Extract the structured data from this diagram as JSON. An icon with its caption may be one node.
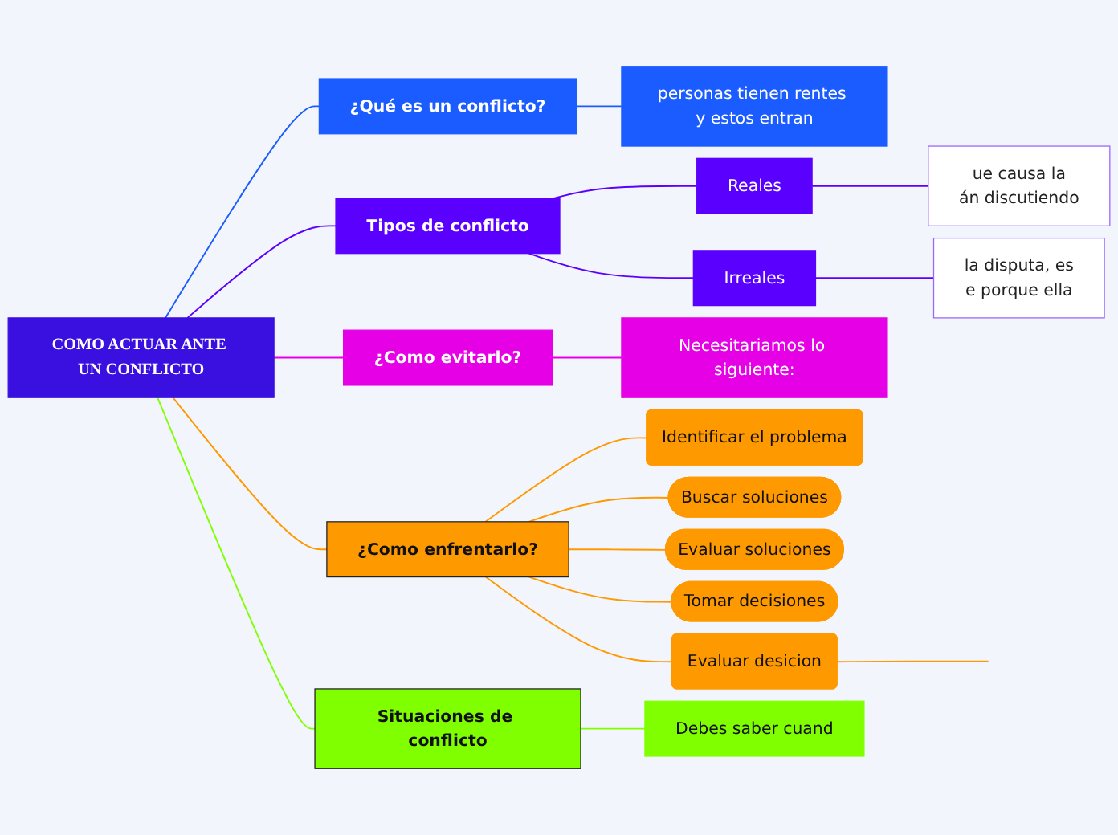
{
  "diagram": {
    "nodes": [
      {
        "text": [
          "COMO ACTUAR ANTE UN CONFLICTO"
        ]
      },
      {
        "text": [
          "¿Qué es un conflicto?"
        ]
      },
      {
        "text": [
          "personas tienen rentes y estos entran"
        ]
      },
      {
        "text": [
          "Tipos de conflicto"
        ]
      },
      {
        "text": [
          "Reales"
        ]
      },
      {
        "text": [
          "ue causa la",
          "án discutiendo"
        ]
      },
      {
        "text": [
          "Irreales"
        ]
      },
      {
        "text": [
          "la disputa, es",
          "e porque ella"
        ]
      },
      {
        "text": [
          "¿Como evitarlo?"
        ]
      },
      {
        "text": [
          "Necesitariamos lo siguiente:"
        ]
      },
      {
        "text": [
          "¿Como enfrentarlo?"
        ]
      },
      {
        "text": [
          "Identificar el problema"
        ]
      },
      {
        "text": [
          "Buscar soluciones"
        ]
      },
      {
        "text": [
          "Evaluar soluciones"
        ]
      },
      {
        "text": [
          "Tomar decisiones"
        ]
      },
      {
        "text": [
          "Evaluar desicion"
        ]
      },
      {
        "text": [
          "Situaciones de conflicto"
        ]
      },
      {
        "text": [
          "Debes saber cuand"
        ]
      }
    ],
    "edges": [
      {
        "from": 0,
        "to": 1,
        "arrow": "none",
        "color": "#1a5cff"
      },
      {
        "from": 1,
        "to": 2,
        "arrow": "none",
        "color": "#1a5cff"
      },
      {
        "from": 0,
        "to": 3,
        "arrow": "none",
        "color": "#5a00ff"
      },
      {
        "from": 3,
        "to": 4,
        "arrow": "none",
        "color": "#5a00ff"
      },
      {
        "from": 4,
        "to": 5,
        "arrow": "none",
        "color": "#5a00ff"
      },
      {
        "from": 3,
        "to": 6,
        "arrow": "none",
        "color": "#5a00ff"
      },
      {
        "from": 6,
        "to": 7,
        "arrow": "none",
        "color": "#5a00ff"
      },
      {
        "from": 0,
        "to": 8,
        "arrow": "none",
        "color": "#e600e6"
      },
      {
        "from": 8,
        "to": 9,
        "arrow": "none",
        "color": "#e600e6"
      },
      {
        "from": 0,
        "to": 10,
        "arrow": "none",
        "color": "#ff9900"
      },
      {
        "from": 10,
        "to": 11,
        "arrow": "none",
        "color": "#ff9900"
      },
      {
        "from": 10,
        "to": 12,
        "arrow": "none",
        "color": "#ff9900"
      },
      {
        "from": 10,
        "to": 13,
        "arrow": "none",
        "color": "#ff9900"
      },
      {
        "from": 10,
        "to": 14,
        "arrow": "none",
        "color": "#ff9900"
      },
      {
        "from": 10,
        "to": 15,
        "arrow": "none",
        "color": "#ff9900"
      },
      {
        "from": 15,
        "to": null,
        "arrow": "none",
        "color": "#ff9900"
      },
      {
        "from": 0,
        "to": 16,
        "arrow": "none",
        "color": "#80ff00"
      },
      {
        "from": 16,
        "to": 17,
        "arrow": "none",
        "color": "#80ff00"
      }
    ]
  }
}
